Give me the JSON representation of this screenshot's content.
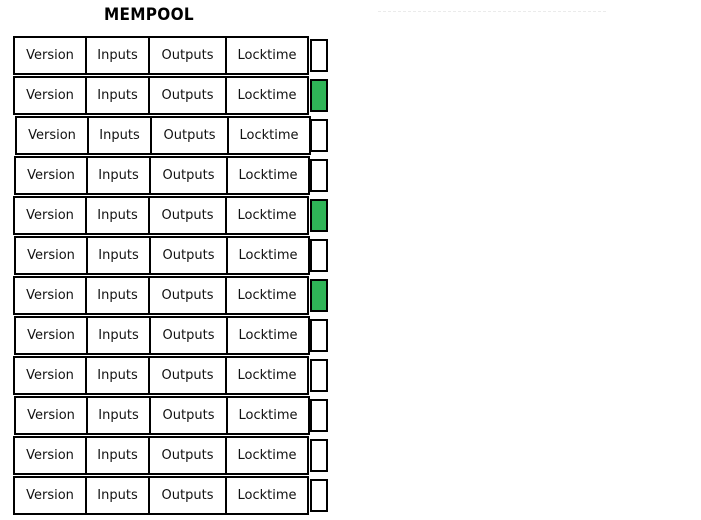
{
  "title": "MEMPOOL",
  "colors": {
    "confirmed": "#2fb457",
    "empty": "#ffffff",
    "border": "#000000",
    "rule": "#ebebeb"
  },
  "table": {
    "columns": [
      "Version",
      "Inputs",
      "Outputs",
      "Locktime"
    ],
    "row_count": 12,
    "rows": [
      {
        "version": "Version",
        "inputs": "Inputs",
        "outputs": "Outputs",
        "locktime": "Locktime",
        "status": "empty"
      },
      {
        "version": "Version",
        "inputs": "Inputs",
        "outputs": "Outputs",
        "locktime": "Locktime",
        "status": "confirmed"
      },
      {
        "version": "Version",
        "inputs": "Inputs",
        "outputs": "Outputs",
        "locktime": "Locktime",
        "status": "empty"
      },
      {
        "version": "Version",
        "inputs": "Inputs",
        "outputs": "Outputs",
        "locktime": "Locktime",
        "status": "empty"
      },
      {
        "version": "Version",
        "inputs": "Inputs",
        "outputs": "Outputs",
        "locktime": "Locktime",
        "status": "confirmed"
      },
      {
        "version": "Version",
        "inputs": "Inputs",
        "outputs": "Outputs",
        "locktime": "Locktime",
        "status": "empty"
      },
      {
        "version": "Version",
        "inputs": "Inputs",
        "outputs": "Outputs",
        "locktime": "Locktime",
        "status": "confirmed"
      },
      {
        "version": "Version",
        "inputs": "Inputs",
        "outputs": "Outputs",
        "locktime": "Locktime",
        "status": "empty"
      },
      {
        "version": "Version",
        "inputs": "Inputs",
        "outputs": "Outputs",
        "locktime": "Locktime",
        "status": "empty"
      },
      {
        "version": "Version",
        "inputs": "Inputs",
        "outputs": "Outputs",
        "locktime": "Locktime",
        "status": "empty"
      },
      {
        "version": "Version",
        "inputs": "Inputs",
        "outputs": "Outputs",
        "locktime": "Locktime",
        "status": "empty"
      },
      {
        "version": "Version",
        "inputs": "Inputs",
        "outputs": "Outputs",
        "locktime": "Locktime",
        "status": "empty"
      }
    ]
  },
  "layout": {
    "row_pitch": 40,
    "row_offsets": [
      0,
      0,
      2,
      1,
      0,
      1,
      0,
      1,
      0,
      1,
      0,
      0
    ]
  }
}
